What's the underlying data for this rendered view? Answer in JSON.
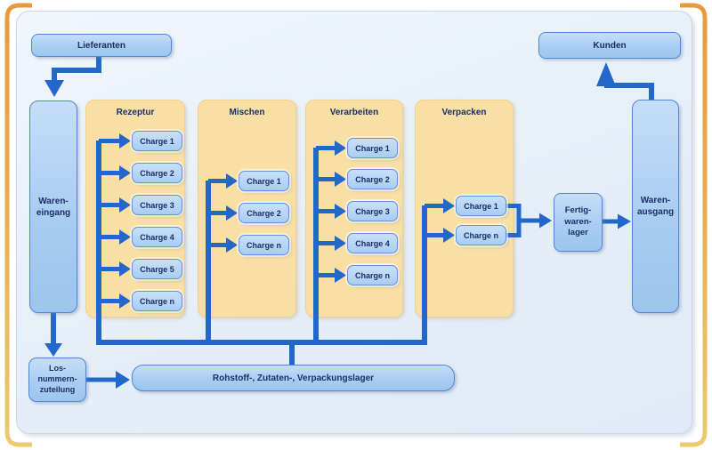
{
  "nodes": {
    "lieferanten": {
      "label": "Lieferanten"
    },
    "kunden": {
      "label": "Kunden"
    },
    "wareneingang": {
      "lines": [
        "Waren-",
        "eingang"
      ]
    },
    "warenausgang": {
      "lines": [
        "Waren-",
        "ausgang"
      ]
    },
    "fertigwarenlager": {
      "lines": [
        "Fertig-",
        "waren-",
        "lager"
      ]
    },
    "losnummernzuteilung": {
      "lines": [
        "Los-",
        "nummern-",
        "zuteilung"
      ]
    },
    "rohstofflager": {
      "label": "Rohstoff-, Zutaten-, Verpackungslager"
    }
  },
  "process_columns": [
    {
      "label": "Rezeptur",
      "charges": [
        "Charge 1",
        "Charge 2",
        "Charge 3",
        "Charge 4",
        "Charge 5",
        "Charge n"
      ]
    },
    {
      "label": "Mischen",
      "charges": [
        "Charge 1",
        "Charge 2",
        "Charge n"
      ]
    },
    {
      "label": "Verarbeiten",
      "charges": [
        "Charge 1",
        "Charge 2",
        "Charge 3",
        "Charge 4",
        "Charge n"
      ]
    },
    {
      "label": "Verpacken",
      "charges": [
        "Charge 1",
        "Charge n"
      ]
    }
  ],
  "colors": {
    "arrow": "#2268CB",
    "node_fill": "#A9CDF1",
    "node_border": "#4E88D4",
    "panel_fill": "#F8DFA3",
    "canvas_fill": "#E7F0F9",
    "frame_orange": "#E8993E",
    "frame_gold": "#ECC96F",
    "text": "#1B2E66"
  }
}
